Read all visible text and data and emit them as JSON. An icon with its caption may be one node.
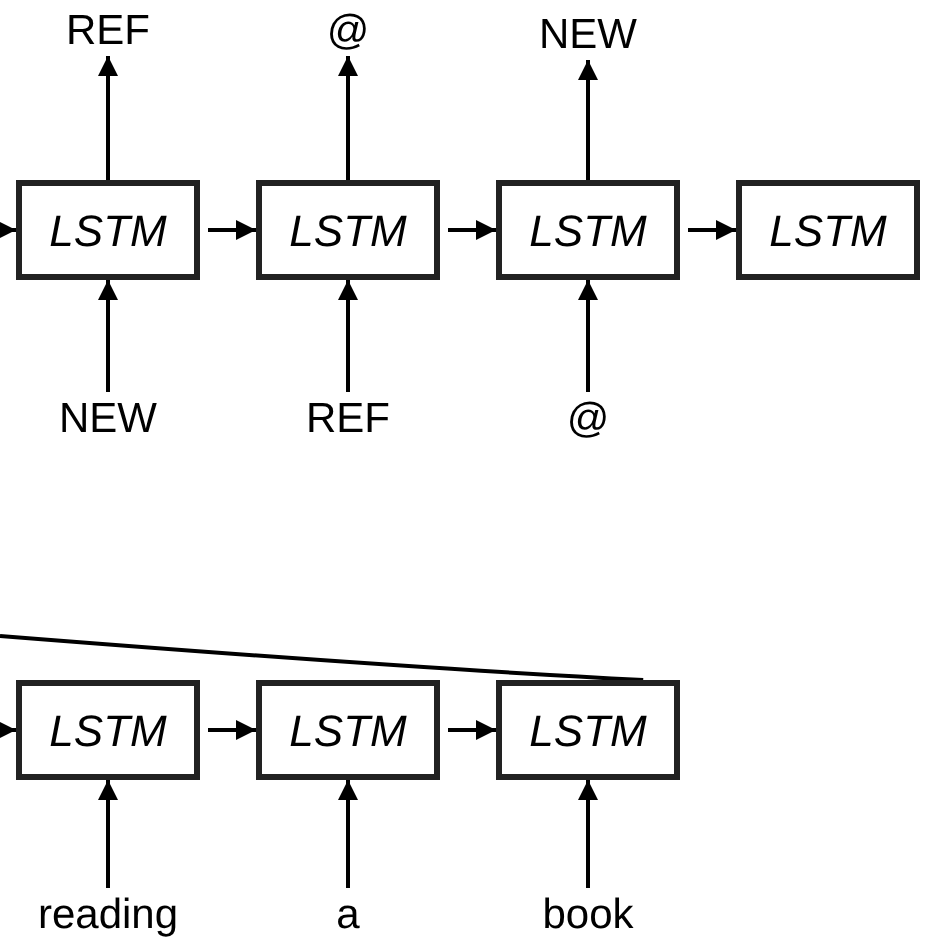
{
  "diagram": {
    "nodes": [
      {
        "text": [
          "REF"
        ]
      },
      {
        "text": [
          "@"
        ]
      },
      {
        "text": [
          "NEW"
        ]
      },
      {
        "text": [
          "LSTM"
        ]
      },
      {
        "text": [
          "LSTM"
        ]
      },
      {
        "text": [
          "LSTM"
        ]
      },
      {
        "text": [
          "LSTM"
        ]
      },
      {
        "text": [
          "NEW"
        ]
      },
      {
        "text": [
          "REF"
        ]
      },
      {
        "text": [
          "@"
        ]
      },
      {
        "text": [
          "LSTM"
        ]
      },
      {
        "text": [
          "LSTM"
        ]
      },
      {
        "text": [
          "LSTM"
        ]
      },
      {
        "text": [
          "reading"
        ]
      },
      {
        "text": [
          "a"
        ]
      },
      {
        "text": [
          "book"
        ]
      }
    ],
    "edges": [
      {
        "from": null,
        "to": 3,
        "arrow": "to"
      },
      {
        "from": 3,
        "to": 4,
        "arrow": "to"
      },
      {
        "from": 4,
        "to": 5,
        "arrow": "to"
      },
      {
        "from": 5,
        "to": 6,
        "arrow": "to"
      },
      {
        "from": 3,
        "to": 0,
        "arrow": "to"
      },
      {
        "from": 4,
        "to": 1,
        "arrow": "to"
      },
      {
        "from": 5,
        "to": 2,
        "arrow": "to"
      },
      {
        "from": 7,
        "to": 3,
        "arrow": "to"
      },
      {
        "from": 8,
        "to": 4,
        "arrow": "to"
      },
      {
        "from": 9,
        "to": 5,
        "arrow": "to"
      },
      {
        "from": null,
        "to": 12,
        "arrow": "none"
      },
      {
        "from": null,
        "to": 10,
        "arrow": "to"
      },
      {
        "from": 10,
        "to": 11,
        "arrow": "to"
      },
      {
        "from": 11,
        "to": 12,
        "arrow": "to"
      },
      {
        "from": 13,
        "to": 10,
        "arrow": "to"
      },
      {
        "from": 14,
        "to": 11,
        "arrow": "to"
      },
      {
        "from": 15,
        "to": 12,
        "arrow": "to"
      }
    ]
  }
}
